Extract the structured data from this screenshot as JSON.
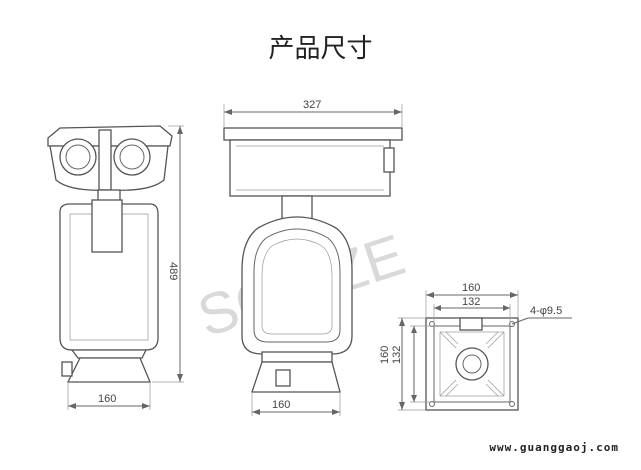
{
  "title": "产品尺寸",
  "watermark": "SOWZE",
  "footer": "www.guanggaoj.com",
  "dimensions": {
    "side_height": "489",
    "side_width": "160",
    "front_top_width": "327",
    "front_base_width": "160",
    "rear_outer_width": "160",
    "rear_inner_width": "132",
    "rear_outer_height": "160",
    "rear_inner_height": "132",
    "mount_holes": "4-φ9.5"
  }
}
